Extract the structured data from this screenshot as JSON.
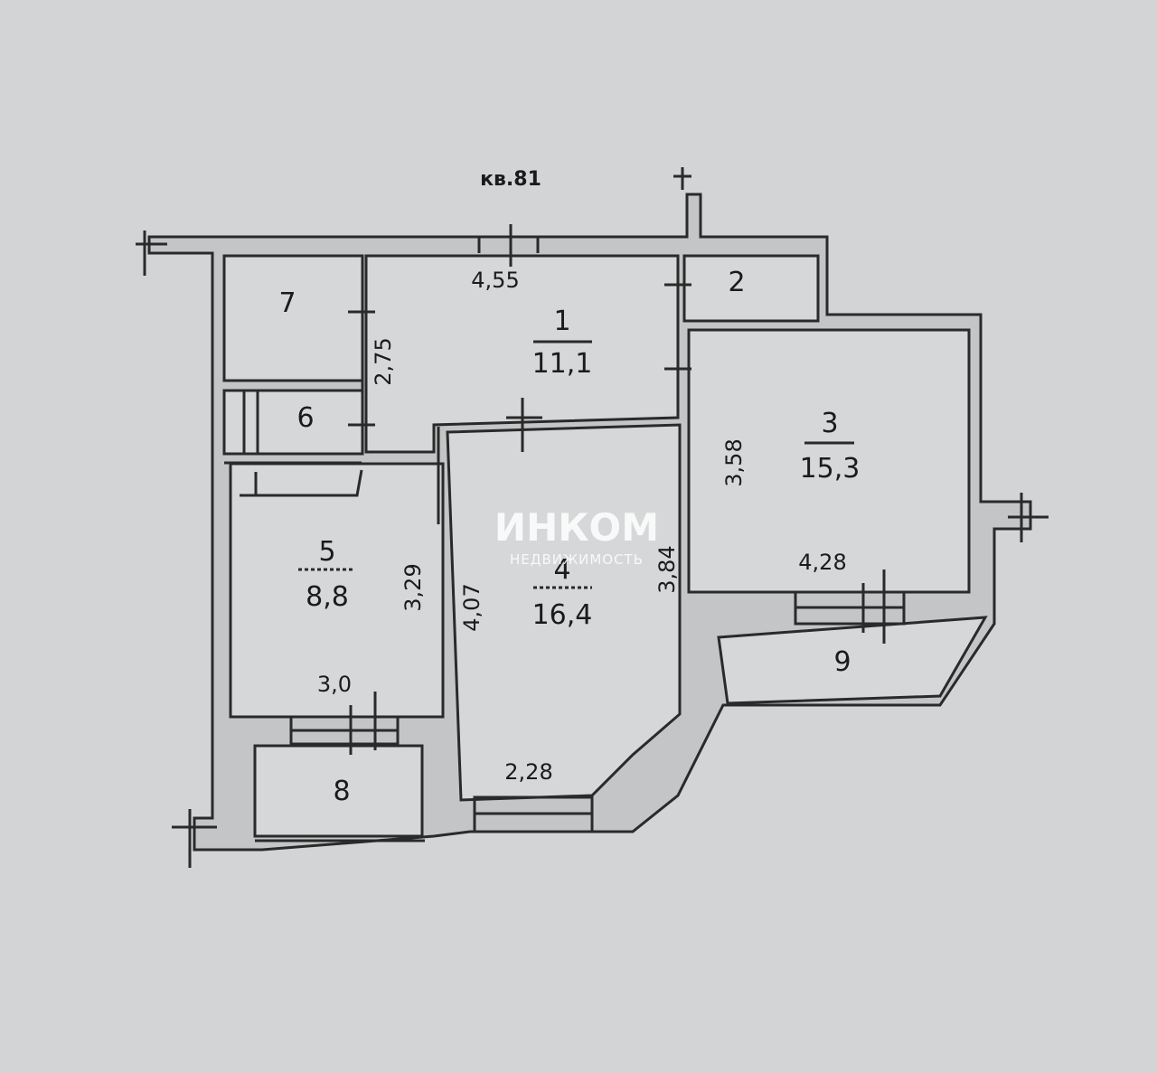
{
  "plan": {
    "title": "кв.81",
    "rooms": [
      {
        "number": "1",
        "area": "11,1"
      },
      {
        "number": "2"
      },
      {
        "number": "3",
        "area": "15,3"
      },
      {
        "number": "4",
        "area": "16,4"
      },
      {
        "number": "5",
        "area": "8,8"
      },
      {
        "number": "6"
      },
      {
        "number": "7"
      },
      {
        "number": "8"
      },
      {
        "number": "9"
      }
    ],
    "dimensions": [
      "4,55",
      "2,75",
      "3,58",
      "4,28",
      "3,29",
      "3,0",
      "4,07",
      "3,84",
      "2,28"
    ]
  },
  "watermark": {
    "brand": "ИНКОМ",
    "subtitle": "НЕДВИЖИМОСТЬ"
  },
  "colors": {
    "background": "#d3d4d6",
    "wall": "#2a2a2a",
    "wall_fill": "#c4c5c7",
    "room_fill": "#d6d7d9",
    "watermark": "#ffffff"
  }
}
